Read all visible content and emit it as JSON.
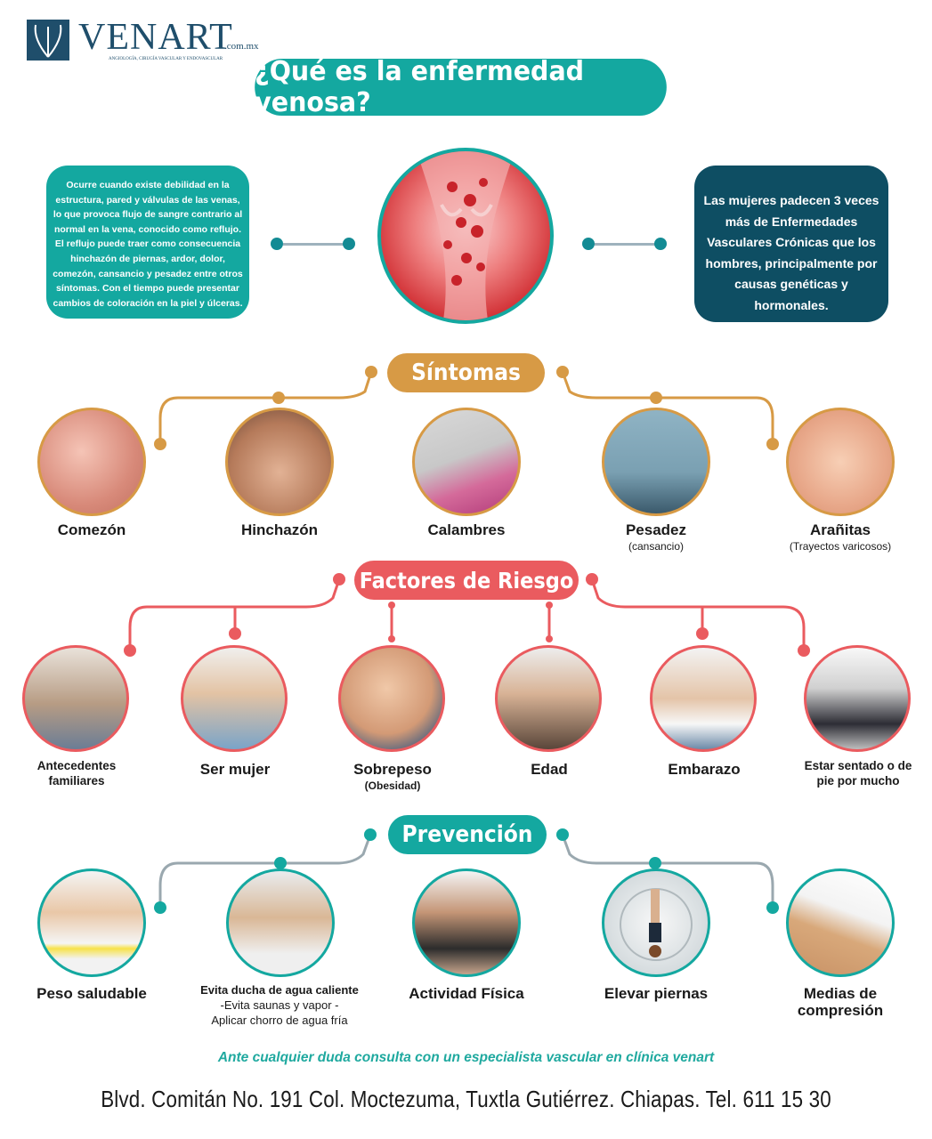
{
  "brand": {
    "name": "VENART",
    "domain": ".com.mx",
    "tagline": "ANGIOLOGÍA, CIRUGÍA VASCULAR Y ENDOVASCULAR"
  },
  "title": "¿Qué es la enfermedad venosa?",
  "intro": {
    "left_text": "Ocurre cuando existe debilidad en la estructura, pared y válvulas de las venas, lo que provoca flujo de sangre contrario al normal en la vena, conocido como reflujo. El reflujo puede traer como consecuencia hinchazón de piernas, ardor, dolor, comezón, cansancio y pesadez entre otros síntomas. Con el tiempo puede presentar cambios de coloración en la piel y úlceras.",
    "right_text": "Las mujeres padecen 3 veces más de Enfermedades Vasculares Crónicas que los hombres, principalmente por causas genéticas y hormonales."
  },
  "sections": {
    "sintomas": {
      "title": "Síntomas",
      "items": [
        {
          "label": "Comezón",
          "sub": ""
        },
        {
          "label": "Hinchazón",
          "sub": ""
        },
        {
          "label": "Calambres",
          "sub": ""
        },
        {
          "label": "Pesadez",
          "sub": "(cansancio)"
        },
        {
          "label": "Arañitas",
          "sub": "(Trayectos varicosos)"
        }
      ]
    },
    "factores": {
      "title": "Factores de Riesgo",
      "items": [
        {
          "label": "Antecedentes familiares",
          "sub": ""
        },
        {
          "label": "Ser mujer",
          "sub": ""
        },
        {
          "label": "Sobrepeso",
          "sub": "(Obesidad)"
        },
        {
          "label": "Edad",
          "sub": ""
        },
        {
          "label": "Embarazo",
          "sub": ""
        },
        {
          "label": "Estar sentado o de pie por mucho",
          "sub": ""
        }
      ]
    },
    "prevencion": {
      "title": "Prevención",
      "items": [
        {
          "label": "Peso saludable",
          "sub": ""
        },
        {
          "label": "Evita ducha de agua caliente",
          "sub": "-Evita saunas y vapor -",
          "sub2": "Aplicar chorro de agua fría"
        },
        {
          "label": "Actividad Física",
          "sub": ""
        },
        {
          "label": "Elevar piernas",
          "sub": ""
        },
        {
          "label": "Medias de compresión",
          "sub": ""
        }
      ]
    }
  },
  "footer": {
    "note": "Ante cualquier duda consulta con un especialista vascular en clínica venart",
    "address": "Blvd. Comitán No. 191 Col. Moctezuma, Tuxtla Gutiérrez. Chiapas. Tel. 611 15 30"
  },
  "colors": {
    "teal": "#14a8a0",
    "navy": "#0e4e63",
    "gold": "#d79a45",
    "coral": "#ea5b5f"
  }
}
